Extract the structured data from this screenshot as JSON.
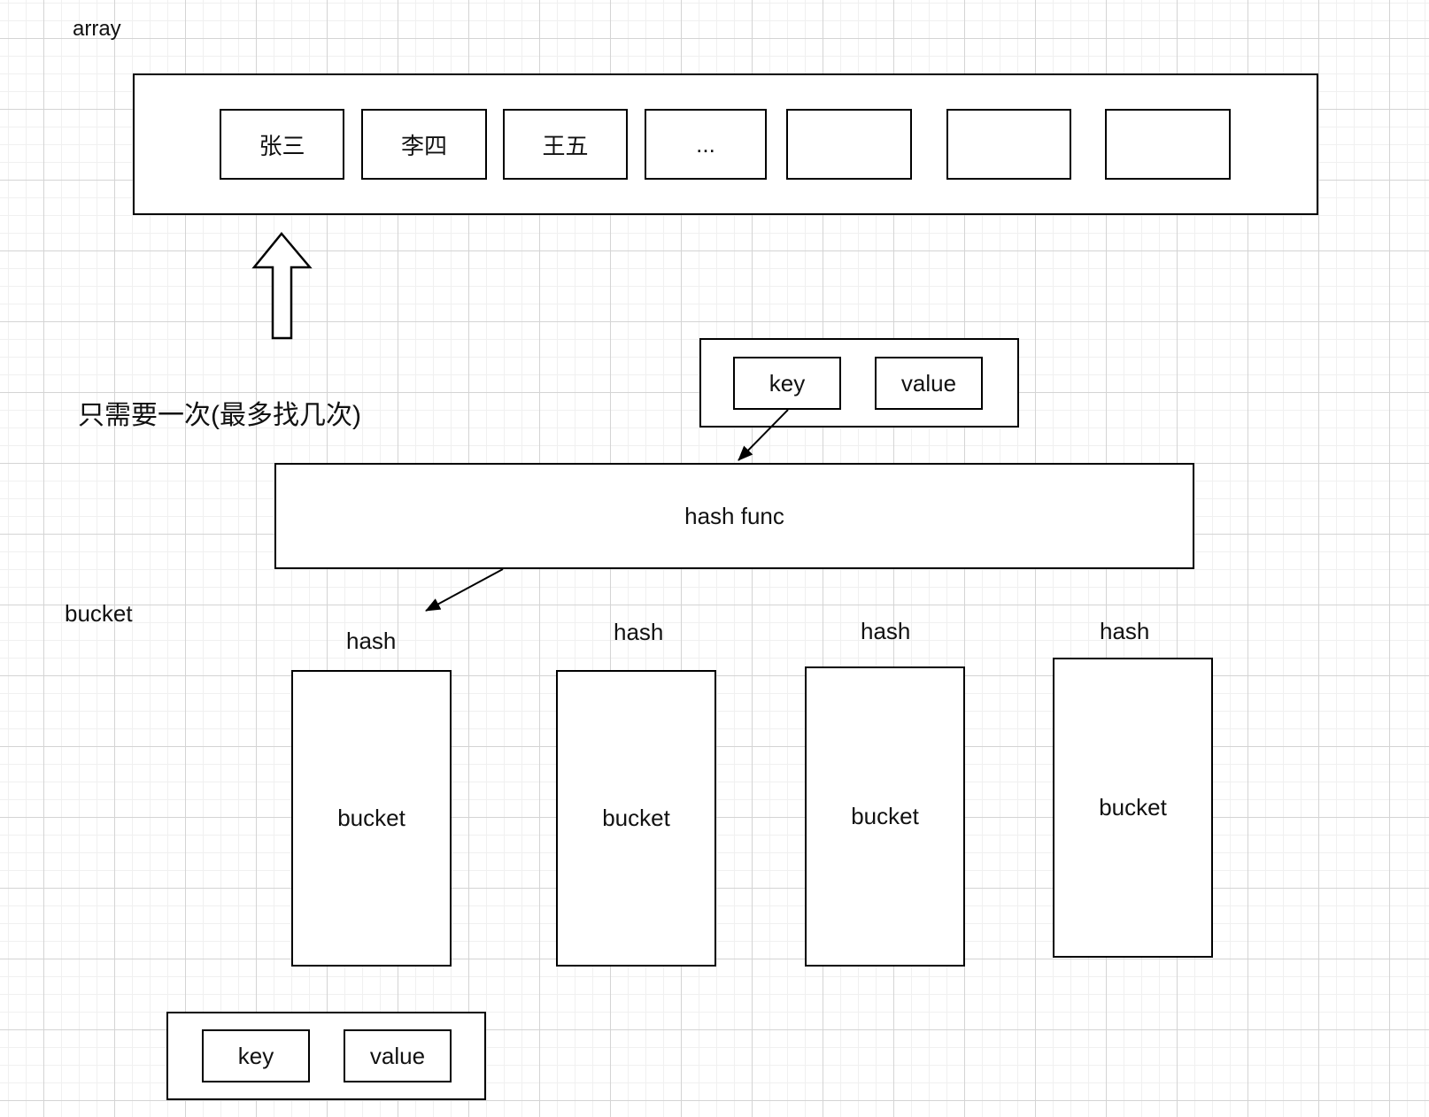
{
  "diagram": {
    "array_label": "array",
    "note": "只需要一次(最多找几次)",
    "bucket_side_label": "bucket",
    "hash_func_label": "hash func",
    "array_cells": [
      "张三",
      "李四",
      "王五",
      "...",
      "",
      "",
      ""
    ],
    "kv_top": {
      "key_label": "key",
      "value_label": "value"
    },
    "kv_bottom": {
      "key_label": "key",
      "value_label": "value"
    },
    "buckets": [
      {
        "hash_label": "hash",
        "label": "bucket"
      },
      {
        "hash_label": "hash",
        "label": "bucket"
      },
      {
        "hash_label": "hash",
        "label": "bucket"
      },
      {
        "hash_label": "hash",
        "label": "bucket"
      }
    ],
    "colors": {
      "stroke": "#000000",
      "text": "#111111",
      "background": "#ffffff",
      "grid_major": "#d4d4d4",
      "grid_minor": "#f0f0f0"
    }
  }
}
